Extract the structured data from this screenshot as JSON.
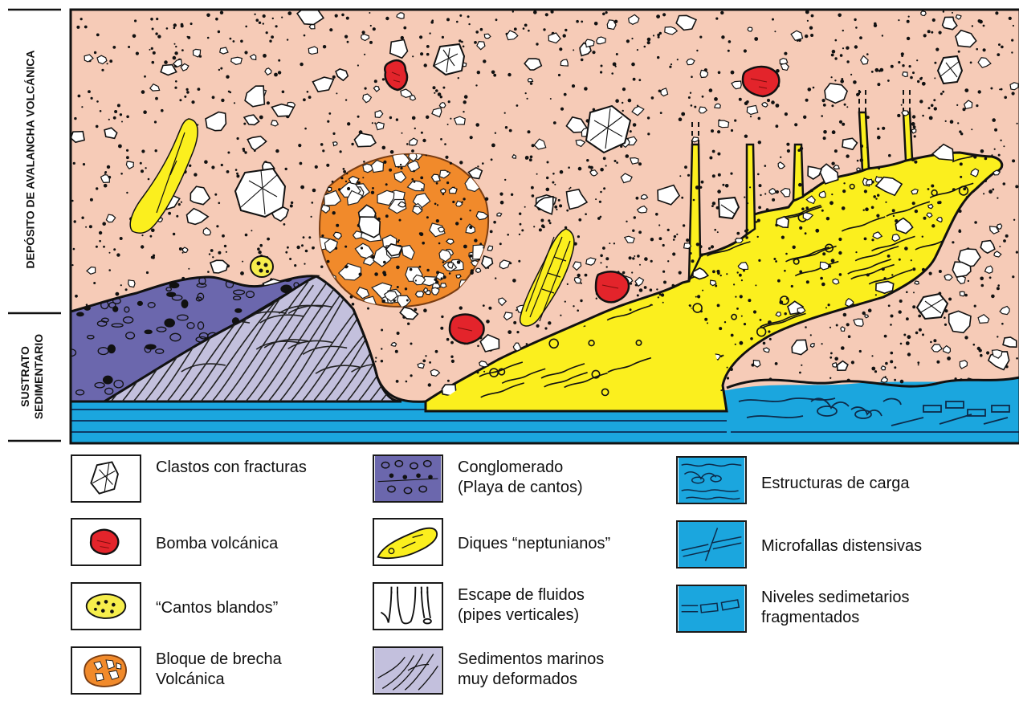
{
  "sections": {
    "upper_label": "DEPÓSITO DE AVALANCHA VOLCÁNICA",
    "lower_label_line1": "SUSTRATO",
    "lower_label_line2": "SEDIMENTARIO"
  },
  "legend": [
    {
      "id": "clastos",
      "lines": [
        "Clastos con fracturas"
      ],
      "icon": "fractured-clast-icon"
    },
    {
      "id": "bomba",
      "lines": [
        "Bomba volcánica"
      ],
      "icon": "volcanic-bomb-icon",
      "color": "#e3242b"
    },
    {
      "id": "cantos",
      "lines": [
        "“Cantos blandos”"
      ],
      "icon": "soft-pebble-icon",
      "color": "#f6ee4c"
    },
    {
      "id": "brecha",
      "lines": [
        "Bloque de brecha",
        "Volcánica"
      ],
      "icon": "breccia-block-icon",
      "color": "#f18a2b"
    },
    {
      "id": "conglomerado",
      "lines": [
        "Conglomerado",
        "(Playa de cantos)"
      ],
      "icon": "conglomerate-icon",
      "color": "#6b67ad"
    },
    {
      "id": "diques",
      "lines": [
        "Diques “neptunianos”"
      ],
      "icon": "neptunian-dike-icon",
      "color": "#fbef1e"
    },
    {
      "id": "escape",
      "lines": [
        "Escape de fluidos",
        "(pipes verticales)"
      ],
      "icon": "fluid-pipe-icon"
    },
    {
      "id": "sedimentos",
      "lines": [
        "Sedimentos marinos",
        "muy deformados"
      ],
      "icon": "deformed-sediment-icon",
      "color": "#c3c0dd"
    },
    {
      "id": "carga",
      "lines": [
        "Estructuras de carga"
      ],
      "icon": "load-structure-icon",
      "color": "#1ba6de"
    },
    {
      "id": "microfallas",
      "lines": [
        "Microfallas distensivas"
      ],
      "icon": "microfault-icon",
      "color": "#1ba6de"
    },
    {
      "id": "niveles",
      "lines": [
        "Niveles sedimetarios",
        "fragmentados"
      ],
      "icon": "fragmented-layer-icon",
      "color": "#1ba6de"
    }
  ],
  "colors": {
    "avalanche_matrix": "#f6cbb7",
    "sediment_blue": "#1ba6de",
    "conglomerate": "#6b67ad",
    "deformed": "#c3c0dd",
    "dike_yellow": "#fbef1e",
    "breccia_orange": "#f18a2b",
    "bomb_red": "#e3242b"
  }
}
